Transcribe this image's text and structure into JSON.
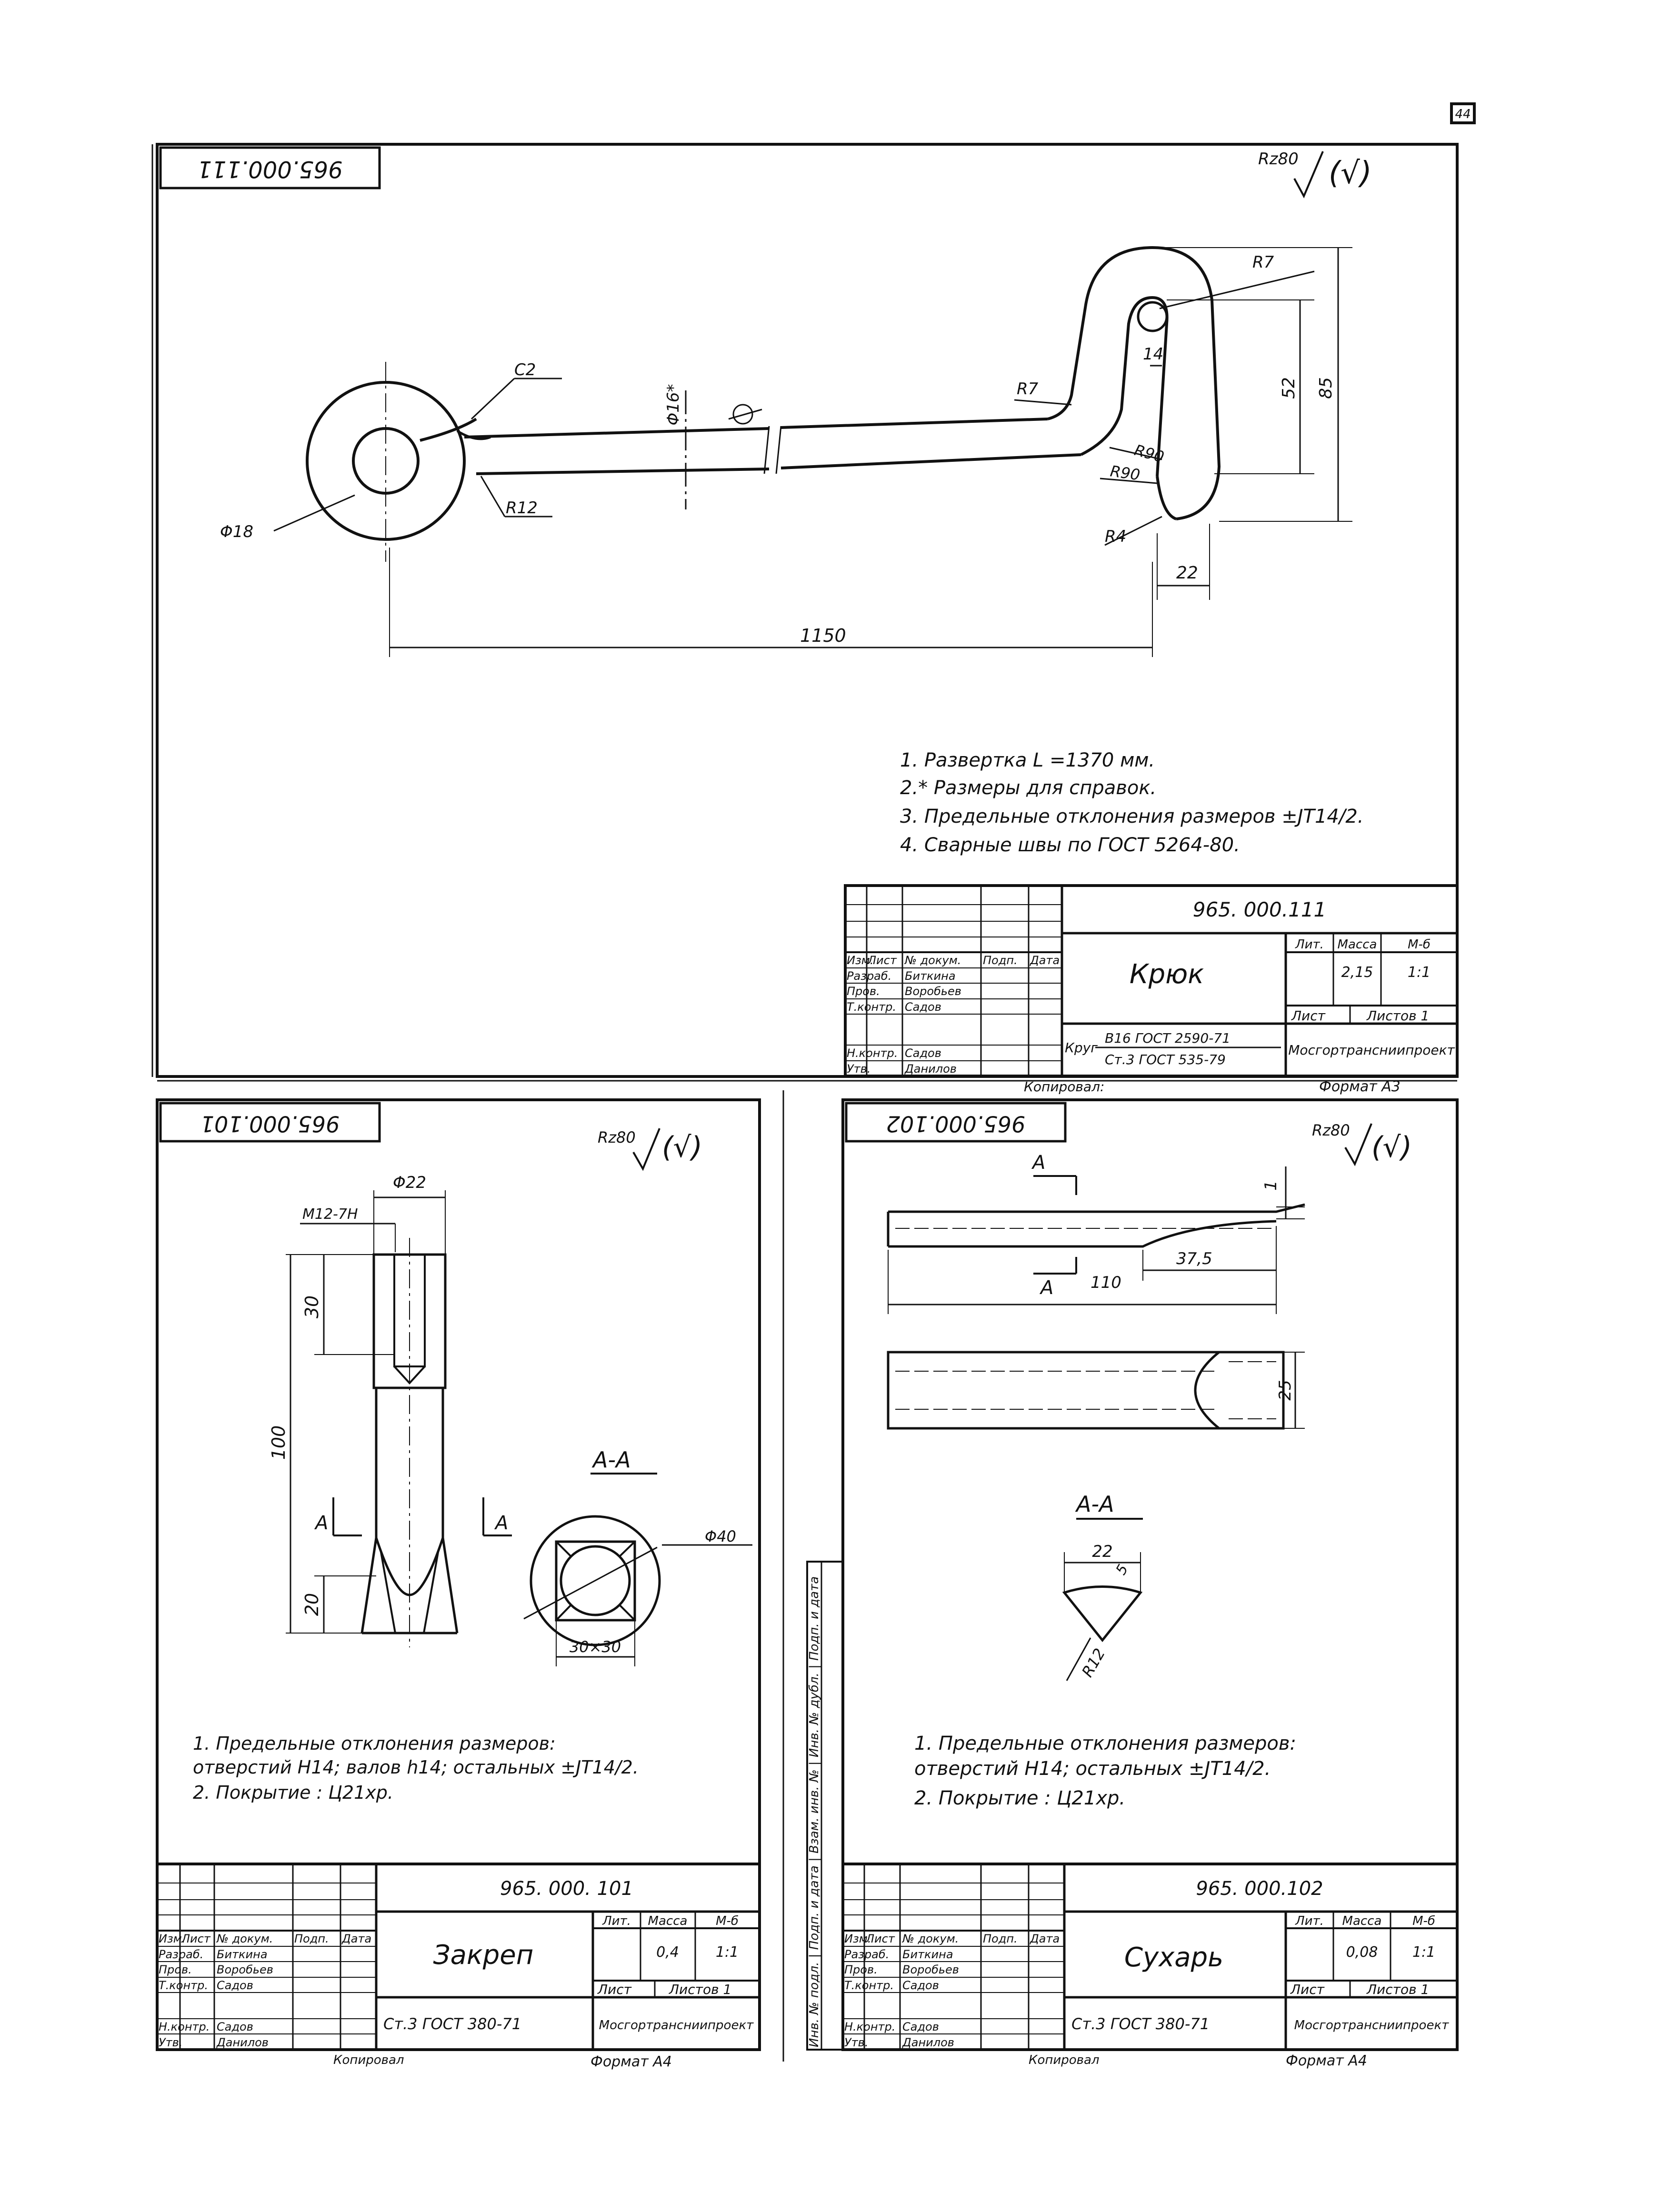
{
  "page_mark": "44",
  "roughness_symbol": "Rz80",
  "roughness_extra": "(√)",
  "sheet1": {
    "code_rotated": "965.000.111",
    "dims": {
      "c2": "C2",
      "d16": "Φ16*",
      "r7a": "R7",
      "r7b": "R7",
      "d14": "14",
      "d52": "52",
      "d85": "85",
      "r90a": "R90",
      "r90b": "R90",
      "r4": "R4",
      "d22": "22",
      "r12": "R12",
      "d18": "Φ18",
      "d1150": "1150"
    },
    "notes": [
      "1. Развертка  L =1370 мм.",
      "2.* Размеры для справок.",
      "3. Предельные отклонения размеров ±JT14/2.",
      "4. Сварные швы по ГОСТ 5264-80."
    ],
    "title_block": {
      "code": "965. 000.111",
      "name": "Крюк",
      "lit": "Лит.",
      "mass_label": "Масса",
      "scale_label": "М-б",
      "mass": "2,15",
      "scale": "1:1",
      "sheet": "Лист",
      "sheets": "Листов 1",
      "material_prefix": "Круг",
      "material_line1": "В16 ГОСТ 2590-71",
      "material_line2": "Ст.3 ГОСТ 535-79",
      "org": "Мосгортрансниипроект",
      "headers": [
        "Изм.",
        "Лист",
        "№ докум.",
        "Подп.",
        "Дата"
      ],
      "roles": [
        "Разраб.",
        "Пров.",
        "Т.контр.",
        "Н.контр.",
        "Утв."
      ],
      "people": [
        "Биткина",
        "Воробьев",
        "Садов",
        "Садов",
        "Данилов"
      ]
    },
    "copied": "Копировал:",
    "format": "Формат А3"
  },
  "sheet2": {
    "code_rotated": "965.000.101",
    "dims": {
      "d22": "Φ22",
      "m12": "M12-7H",
      "d30": "30",
      "d100": "100",
      "d20": "20",
      "a1": "A",
      "a2": "A",
      "section": "А-А",
      "d40": "Φ40",
      "d30x30": "30×30"
    },
    "notes": [
      "1. Предельные отклонения размеров:",
      "отверстий H14; валов h14; остальных ±JT14/2.",
      "2. Покрытие : Ц21хр."
    ],
    "title_block": {
      "code": "965. 000. 101",
      "name": "Закреп",
      "lit": "Лит.",
      "mass_label": "Масса",
      "scale_label": "М-б",
      "mass": "0,4",
      "scale": "1:1",
      "sheet": "Лист",
      "sheets": "Листов 1",
      "material": "Ст.3 ГОСТ 380-71",
      "org": "Мосгортрансниипроект",
      "headers": [
        "Изм.",
        "Лист",
        "№ докум.",
        "Подп.",
        "Дата"
      ],
      "roles": [
        "Разраб.",
        "Пров.",
        "Т.контр.",
        "Н.контр.",
        "Утв."
      ],
      "people": [
        "Биткина",
        "Воробьев",
        "Садов",
        "Садов",
        "Данилов"
      ]
    },
    "copied": "Копировал",
    "format": "Формат А4"
  },
  "sheet3": {
    "code_rotated": "965.000.102",
    "dims": {
      "a_top": "A",
      "a_bot": "A",
      "d1": "1",
      "d37": "37,5",
      "d110": "110",
      "d25": "25",
      "section": "А-А",
      "d22": "22",
      "d5": "5",
      "r12": "R12"
    },
    "notes": [
      "1. Предельные отклонения размеров:",
      "отверстий H14; остальных ±JT14/2.",
      "2. Покрытие : Ц21хр."
    ],
    "title_block": {
      "code": "965. 000.102",
      "name": "Сухарь",
      "lit": "Лит.",
      "mass_label": "Масса",
      "scale_label": "М-б",
      "mass": "0,08",
      "scale": "1:1",
      "sheet": "Лист",
      "sheets": "Листов 1",
      "material": "Ст.3 ГОСТ 380-71",
      "org": "Мосгортрансниипроект",
      "headers": [
        "Изм.",
        "Лист",
        "№ докум.",
        "Подп.",
        "Дата"
      ],
      "roles": [
        "Разраб.",
        "Пров.",
        "Т.контр.",
        "Н.контр.",
        "Утв."
      ],
      "people": [
        "Биткина",
        "Воробьев",
        "Садов",
        "Садов",
        "Данилов"
      ]
    },
    "copied": "Копировал",
    "format": "Формат А4"
  },
  "side_strip": "Инв. № подл. | Подп. и дата | Взам. инв. № | Инв. № дубл. | Подп. и дата"
}
